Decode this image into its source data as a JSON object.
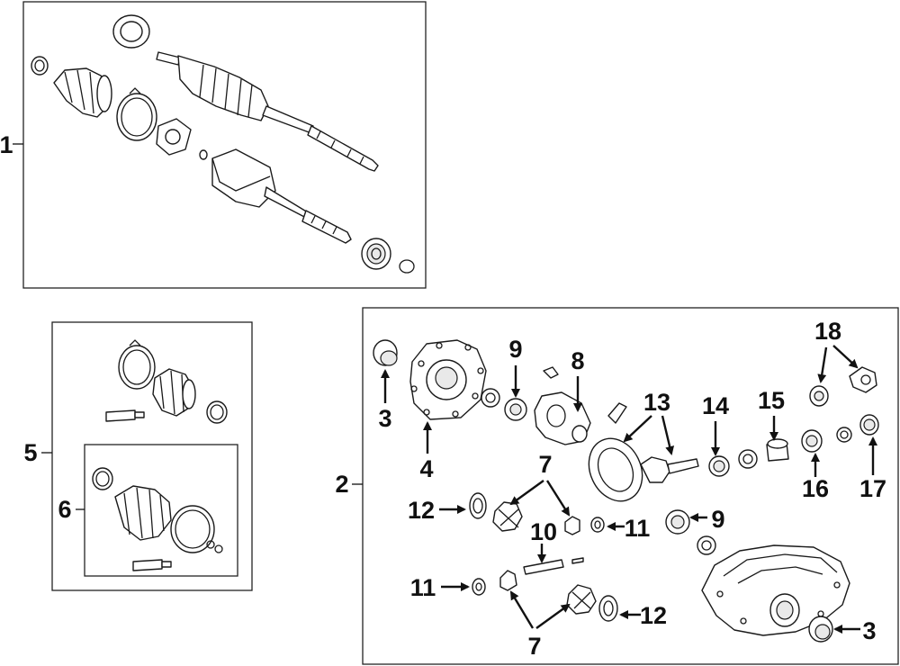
{
  "diagram": {
    "callouts": {
      "c1": "1",
      "c2": "2",
      "c3a": "3",
      "c3b": "3",
      "c4": "4",
      "c5": "5",
      "c6": "6",
      "c7a": "7",
      "c7b": "7",
      "c8": "8",
      "c9a": "9",
      "c9b": "9",
      "c10": "10",
      "c11a": "11",
      "c11b": "11",
      "c12a": "12",
      "c12b": "12",
      "c13": "13",
      "c14": "14",
      "c15": "15",
      "c16": "16",
      "c17": "17",
      "c18": "18"
    }
  }
}
